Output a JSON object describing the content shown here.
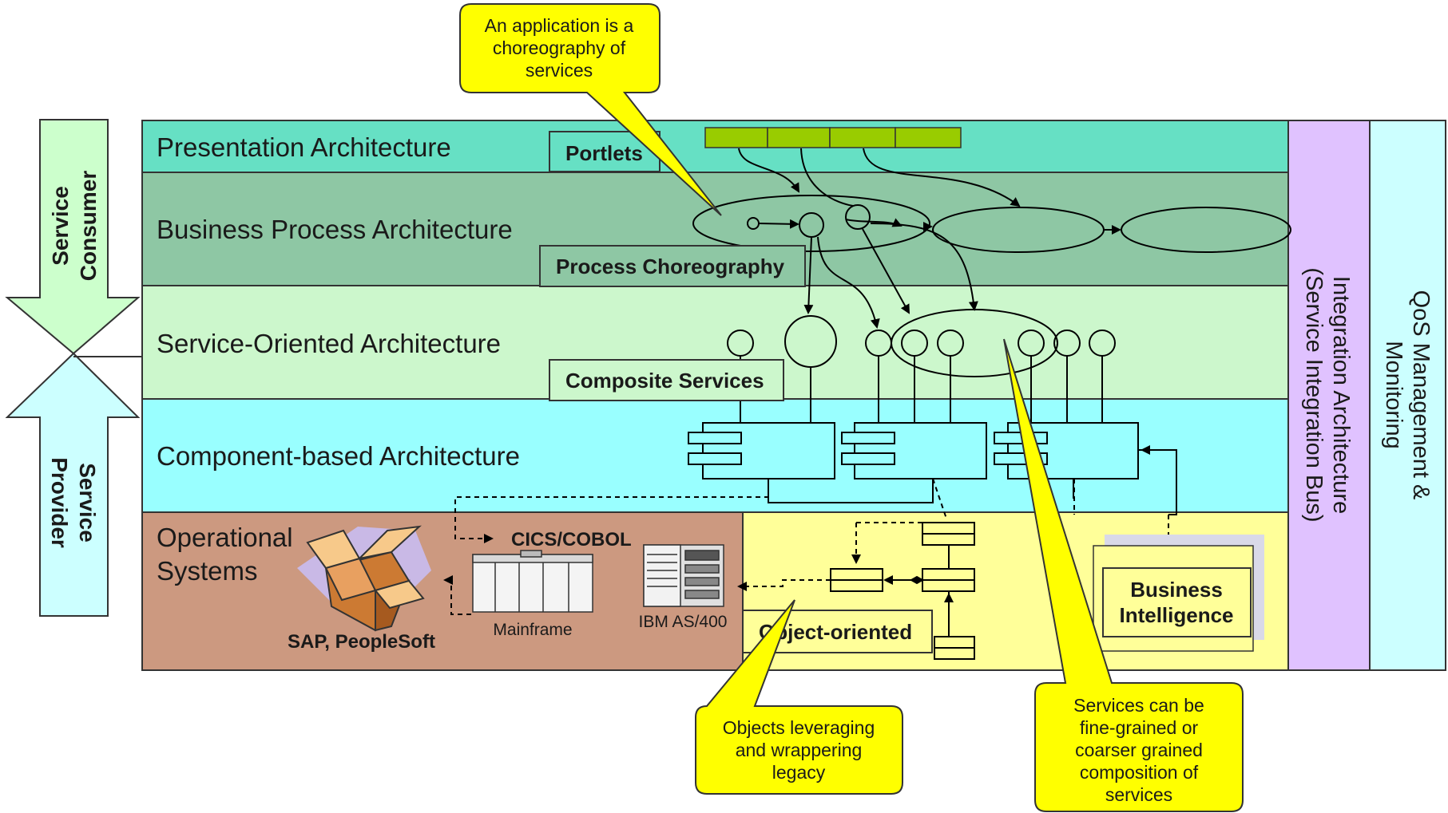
{
  "layers": {
    "presentation": "Presentation Architecture",
    "business_process": "Business Process Architecture",
    "soa": "Service-Oriented Architecture",
    "component": "Component-based Architecture",
    "operational_line1": "Operational",
    "operational_line2": "Systems"
  },
  "side_arrows": {
    "consumer_line1": "Service",
    "consumer_line2": "Consumer",
    "provider_line1": "Service",
    "provider_line2": "Provider"
  },
  "vertical_bars": {
    "integration_line1": "Integration Architecture",
    "integration_line2": "(Service Integration Bus)",
    "qos_line1": "QoS Management &",
    "qos_line2": "Monitoring"
  },
  "boxes": {
    "portlets": "Portlets",
    "process_choreography": "Process Choreography",
    "composite_services": "Composite Services",
    "object_oriented": "Object-oriented",
    "business_intelligence_line1": "Business",
    "business_intelligence_line2": "Intelligence"
  },
  "systems": {
    "cics": "CICS/COBOL",
    "mainframe": "Mainframe",
    "as400": "IBM AS/400",
    "sap": "SAP, PeopleSoft"
  },
  "callouts": {
    "application": [
      "An application is a",
      "choreography of",
      "services"
    ],
    "objects": [
      "Objects leveraging",
      "and wrappering",
      "legacy"
    ],
    "services": [
      "Services can be",
      "fine-grained or",
      "coarser grained",
      "composition of",
      "services"
    ]
  },
  "colors": {
    "presentation": "#66e0c4",
    "business_process": "#8ec7a4",
    "soa": "#ccf7cc",
    "component": "#99ffff",
    "operational": "#cc9980",
    "object_area": "#ffff99",
    "integration_bar": "#e0c2ff",
    "qos_bar": "#ccffff",
    "callout": "#ffff00",
    "portlet": "#99cc00"
  }
}
